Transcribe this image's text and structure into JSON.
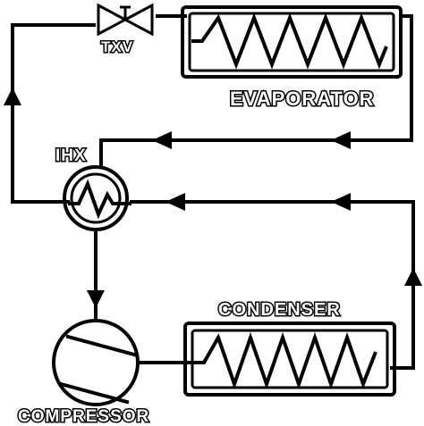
{
  "diagram": {
    "components": {
      "txv": {
        "label": "TXV"
      },
      "evaporator": {
        "label": "EVAPORATOR"
      },
      "ihx": {
        "label": "IHX"
      },
      "condenser": {
        "label": "CONDENSER"
      },
      "compressor": {
        "label": "COMPRESSOR"
      }
    },
    "colors": {
      "stroke": "#000000",
      "background": "#ffffff",
      "label_fill": "#ffffff"
    }
  }
}
